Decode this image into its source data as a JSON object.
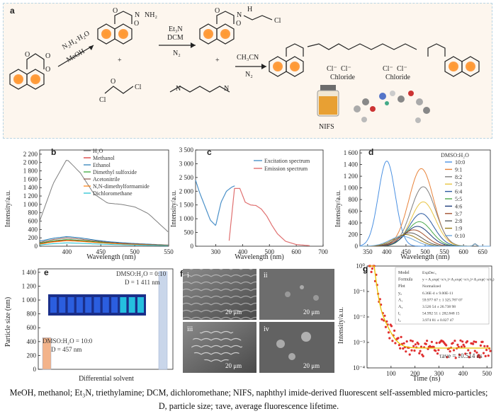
{
  "panel_labels": [
    "a",
    "b",
    "c",
    "d",
    "e",
    "f",
    "g"
  ],
  "scheme": {
    "reagent1": "N₂H₄·H₂O",
    "cond1": "MeOH",
    "reagent2": "Et₃N",
    "solvent2": "DCM",
    "gas2": "N₂",
    "reagent3": "CH₃CN",
    "gas3": "N₂",
    "nh2": "NH₂",
    "h": "H",
    "cl": "Cl",
    "chloride": "Chloride",
    "counterion": "Cl⁻",
    "product_name": "NIFS",
    "plus": "+"
  },
  "chart_b": {
    "ylabel": "Intensity/a.u.",
    "xlabel": "Wavelength (nm)",
    "xticks": [
      "400",
      "450",
      "500",
      "550"
    ],
    "yticks": [
      "0",
      "200",
      "400",
      "600",
      "800",
      "1 000",
      "1 200",
      "1 400",
      "1 600",
      "1 800",
      "2 000",
      "2 200"
    ]
  },
  "chart_c": {
    "ylabel": "Intensity/a.u.",
    "xlabel": "Wavelength (nm)",
    "xticks": [
      "300",
      "400",
      "500",
      "600",
      "700"
    ],
    "yticks": [
      "0",
      "500",
      "1 000",
      "1 500",
      "2 000",
      "2 500",
      "3 000",
      "3 500"
    ]
  },
  "chart_d": {
    "ylabel": "Intensity/a.u.",
    "xlabel": "Wavelength (nm)",
    "legend_title": "DMSO:H₂O",
    "xticks": [
      "350",
      "400",
      "450",
      "500",
      "550",
      "600",
      "650"
    ],
    "yticks": [
      "0",
      "200",
      "400",
      "600",
      "800",
      "1 000",
      "1 200",
      "1 400",
      "1 600"
    ]
  },
  "chart_e": {
    "ylabel": "Particle size (nm)",
    "xlabel": "Differential solvent",
    "yticks": [
      "0",
      "200",
      "400",
      "600",
      "800",
      "1 000",
      "1 200",
      "1 400"
    ],
    "annot_left_1": "DMSO:H₂O = 10:0",
    "annot_left_2": "D = 457 nm",
    "annot_right_1": "DMSO:H₂O = 0:10",
    "annot_right_2": "D = 1 411 nm"
  },
  "panel_f": {
    "sublabels": [
      "i",
      "ii",
      "iii",
      "iv"
    ],
    "scale": "20 μm"
  },
  "chart_g": {
    "ylabel": "Intensity/a.u.",
    "xlabel": "Time (ns)",
    "xticks": [
      "100",
      "200",
      "300",
      "400",
      "500"
    ],
    "yticks": [
      "10⁰",
      "10⁻¹",
      "10⁻²",
      "10⁻³",
      "10⁻⁴"
    ],
    "tau": "τ",
    "table": [
      [
        "Model",
        "ExpDec₃"
      ],
      [
        "Formula",
        "y = A₁exp(−x/τ₁)+A₂exp(−x/τ₂)+A₃exp(−x/τ₃)"
      ],
      [
        "Plot",
        "Normalized"
      ],
      [
        "y₀",
        "6.36E-4 ± 9.00E-11"
      ],
      [
        "A₁",
        "59.977 67 ± 1 325.787 07"
      ],
      [
        "A₂",
        "3.526 54 ± 26.738 98"
      ],
      [
        "t₁",
        "54.992 51 ± 282.848 15"
      ],
      [
        "t₂",
        "3.974 81 ± 0.027 47"
      ]
    ],
    "tau_label": "τave = 10.514 ns"
  },
  "caption_line1": "MeOH, methanol; Et₃N, triethylamine; DCM, dichloromethane; NIFS, naphthyl imide-derived fluorescent self-assembled micro-particles;",
  "caption_line2": "D, particle size; τave, average fluorescence lifetime.",
  "chart_data": [
    {
      "type": "line",
      "panel": "b",
      "xlabel": "Wavelength (nm)",
      "ylabel": "Intensity/a.u.",
      "xlim": [
        360,
        550
      ],
      "ylim": [
        0,
        2300
      ],
      "x": [
        360,
        380,
        400,
        420,
        440,
        460,
        480,
        500,
        520,
        540,
        550
      ],
      "series": [
        {
          "name": "H₂O",
          "color": "#7f7f7f",
          "values": [
            600,
            1500,
            2080,
            1750,
            1250,
            1030,
            1000,
            940,
            780,
            480,
            330
          ]
        },
        {
          "name": "Methanol",
          "color": "#d62728",
          "values": [
            60,
            110,
            150,
            130,
            100,
            80,
            60,
            45,
            35,
            25,
            20
          ]
        },
        {
          "name": "Ethanol",
          "color": "#1f77b4",
          "values": [
            120,
            190,
            230,
            200,
            150,
            110,
            85,
            65,
            50,
            35,
            28
          ]
        },
        {
          "name": "Dimethyl sulfoxide",
          "color": "#2ca02c",
          "values": [
            70,
            130,
            160,
            140,
            110,
            85,
            65,
            50,
            38,
            28,
            22
          ]
        },
        {
          "name": "Acetonitrile",
          "color": "#8c564b",
          "values": [
            90,
            160,
            200,
            170,
            130,
            95,
            70,
            55,
            42,
            30,
            24
          ]
        },
        {
          "name": "N,N-dimethylformamide",
          "color": "#ff7f0e",
          "values": [
            50,
            100,
            130,
            115,
            90,
            70,
            55,
            42,
            32,
            24,
            18
          ]
        },
        {
          "name": "Dichloromethane",
          "color": "#17becf",
          "values": [
            30,
            60,
            80,
            70,
            55,
            45,
            35,
            28,
            22,
            16,
            12
          ]
        }
      ]
    },
    {
      "type": "line",
      "panel": "c",
      "xlabel": "Wavelength (nm)",
      "ylabel": "Intensity/a.u.",
      "xlim": [
        225,
        700
      ],
      "ylim": [
        0,
        3500
      ],
      "series": [
        {
          "name": "Excitation spectrum",
          "color": "#4a90c8",
          "x": [
            225,
            240,
            260,
            280,
            300,
            320,
            340,
            360,
            372
          ],
          "values": [
            2400,
            1950,
            1450,
            950,
            750,
            1600,
            2000,
            2150,
            2200
          ]
        },
        {
          "name": "Emission spectrum",
          "color": "#e07070",
          "x": [
            350,
            370,
            390,
            410,
            430,
            450,
            470,
            490,
            510,
            530,
            560,
            600,
            650
          ],
          "values": [
            200,
            2100,
            2100,
            1600,
            1500,
            1480,
            1350,
            1100,
            750,
            450,
            180,
            60,
            20
          ]
        }
      ]
    },
    {
      "type": "line",
      "panel": "d",
      "xlabel": "Wavelength (nm)",
      "ylabel": "Intensity/a.u.",
      "xlim": [
        330,
        670
      ],
      "ylim": [
        0,
        1650
      ],
      "series": [
        {
          "name": "10:0",
          "color": "#4a90e2",
          "peak": 400,
          "height": 1460
        },
        {
          "name": "9:1",
          "color": "#e8833a",
          "peak": 490,
          "height": 1330
        },
        {
          "name": "8:2",
          "color": "#7f7f7f",
          "peak": 495,
          "height": 1020
        },
        {
          "name": "7:3",
          "color": "#e8c442",
          "peak": 495,
          "height": 760
        },
        {
          "name": "6:4",
          "color": "#2b5aa0",
          "peak": 490,
          "height": 560
        },
        {
          "name": "5:5",
          "color": "#4aa84a",
          "peak": 485,
          "height": 420
        },
        {
          "name": "4:6",
          "color": "#1b3b7a",
          "peak": 480,
          "height": 340
        },
        {
          "name": "3:7",
          "color": "#a3512f",
          "peak": 470,
          "height": 280
        },
        {
          "name": "2:8",
          "color": "#5a5a5a",
          "peak": 460,
          "height": 230
        },
        {
          "name": "1:9",
          "color": "#9a7b1a",
          "peak": 450,
          "height": 200
        },
        {
          "name": "0:10",
          "color": "#6fa8dc",
          "peak": 440,
          "height": 170
        }
      ]
    },
    {
      "type": "bar",
      "panel": "e",
      "xlabel": "Differential solvent",
      "ylabel": "Particle size (nm)",
      "categories": [
        "DMSO:H₂O = 10:0",
        "DMSO:H₂O = 0:10"
      ],
      "values": [
        457,
        1411
      ],
      "ylim": [
        0,
        1450
      ]
    },
    {
      "type": "scatter",
      "panel": "g",
      "xlabel": "Time (ns)",
      "ylabel": "Intensity/a.u.",
      "xlim": [
        0,
        520
      ],
      "yscale": "log",
      "ylim": [
        0.0001,
        1
      ]
    }
  ]
}
